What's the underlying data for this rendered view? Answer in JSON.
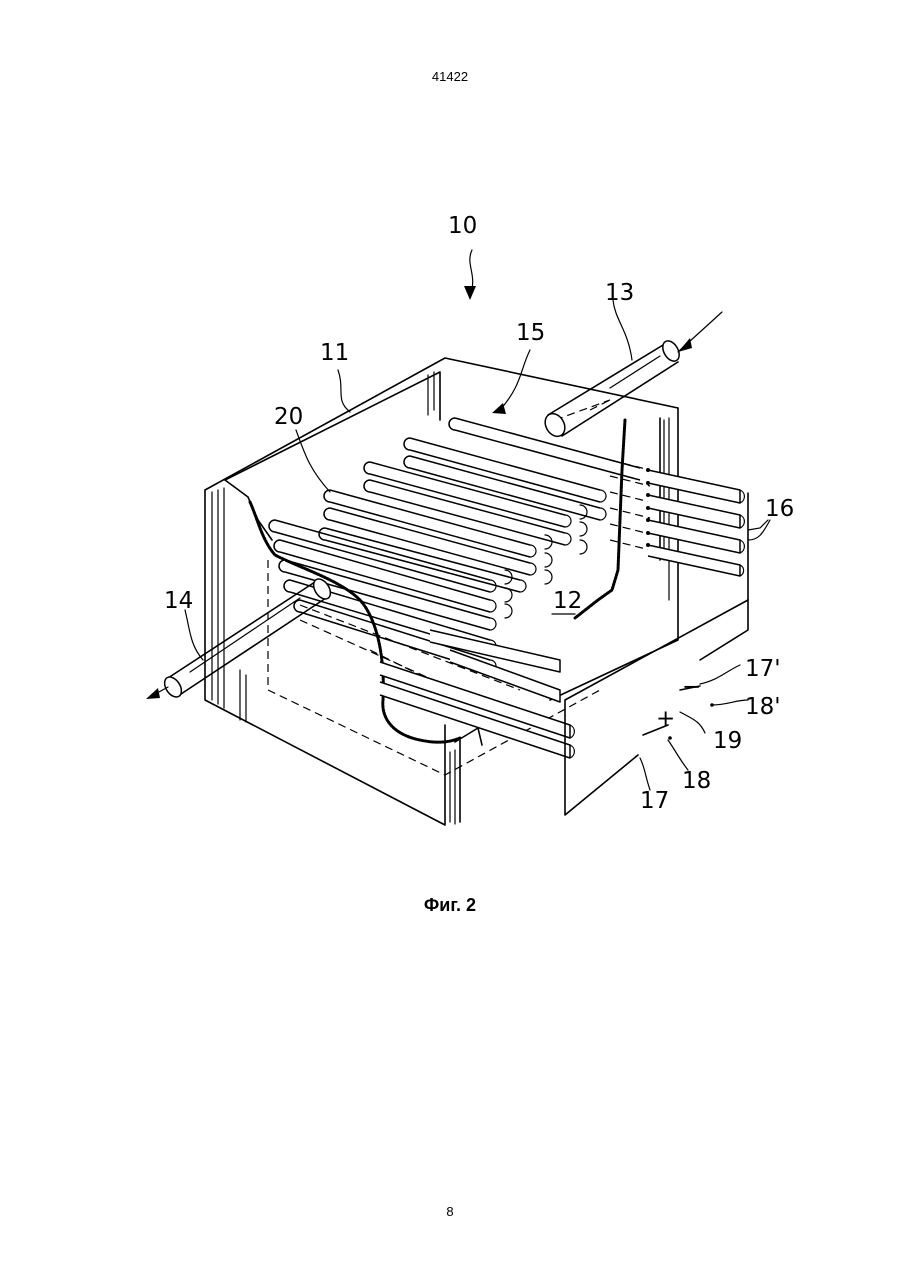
{
  "header": {
    "doc_number": "41422"
  },
  "figure": {
    "caption": "Фиг. 2",
    "labels": {
      "l10": "10",
      "l11": "11",
      "l12": "12",
      "l13": "13",
      "l14": "14",
      "l15": "15",
      "l16": "16",
      "l17": "17",
      "l17p": "17'",
      "l18": "18",
      "l18p": "18'",
      "l19": "19",
      "l20": "20",
      "plus": "+",
      "minus": "−"
    }
  },
  "footer": {
    "page_number": "8"
  }
}
